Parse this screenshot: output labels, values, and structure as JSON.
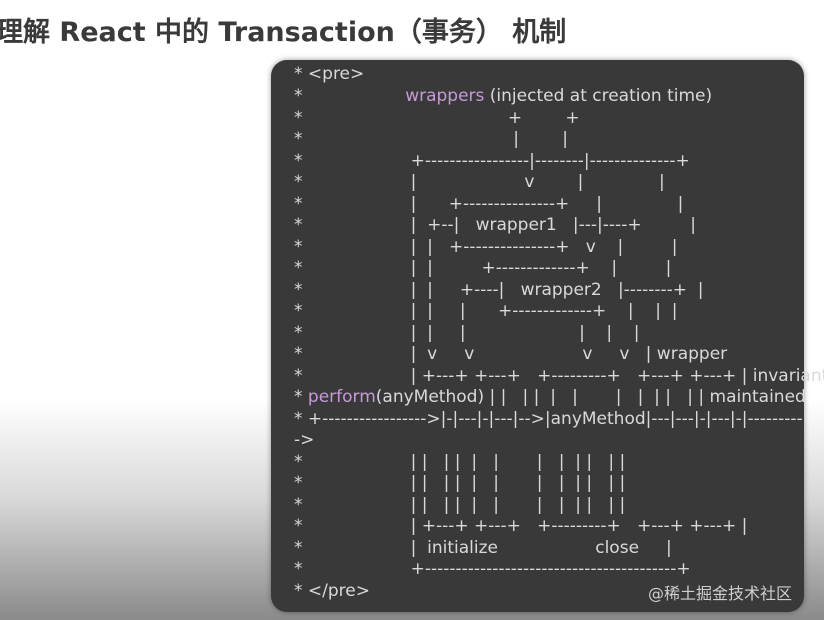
{
  "title": "理解 React 中的 Transaction（事务） 机制",
  "watermark": "@稀土掘金技术社区",
  "code": {
    "l01": "* <pre>",
    "l02a": "*                   ",
    "l02b": "wrappers",
    "l02c": " (injected at creation time)",
    "l03": "*                                      +        +",
    "l04": "*                                       |        |",
    "l05": "*                    +-----------------|--------|--------------+",
    "l06": "*                    |                    v        |              |",
    "l07": "*                    |      +---------------+     |              |",
    "l08": "*                    |  +--|   wrapper1   |---|----+         |",
    "l09": "*                    |  |   +---------------+   v    |         |",
    "l10": "*                    |  |         +-------------+    |         |",
    "l11": "*                    |  |     +----|   wrapper2   |--------+  |",
    "l12": "*                    |  |     |      +-------------+    |    |  |",
    "l13": "*                    |  |     |                     |    |    |",
    "l14": "*                    |  v     v                    v     v   | wrapper",
    "l15": "*                    | +---+ +---+   +---------+   +---+ +---+ | invariants",
    "l16a": "* ",
    "l16b": "perform",
    "l16c": "(anyMethod) | |   | |  |   |       |   |  | |   | | maintained",
    "l17": "* +----------------->|-|---|-|---|-->|anyMethod|---|---|-|---|-|---------",
    "l18": "->",
    "l19": "*                    | |   | |  |   |       |   |  | |   | |",
    "l20": "*                    | |   | |  |   |       |   |  | |   | |",
    "l21": "*                    | |   | |  |   |       |   |  | |   | |",
    "l22": "*                    | +---+ +---+   +---------+   +---+ +---+ |",
    "l23": "*                    |  initialize                  close     |",
    "l24": "*                    +-----------------------------------------+",
    "l25": "* </pre>"
  }
}
